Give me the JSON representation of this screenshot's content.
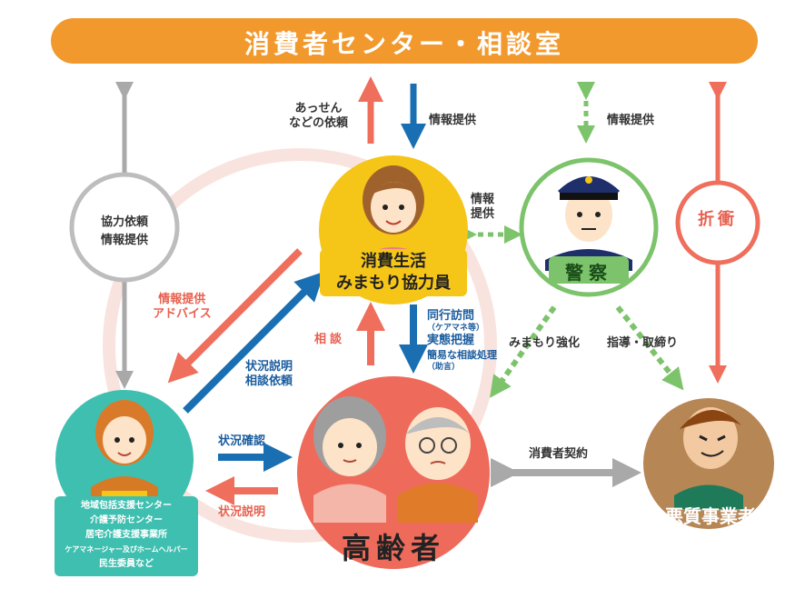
{
  "title": "消費者センター・相談室",
  "nodes": {
    "volunteer": {
      "line1": "消費生活",
      "line2": "みまもり協力員"
    },
    "police": {
      "label": "警察"
    },
    "elderly": {
      "label": "高齢者"
    },
    "vendor": {
      "label": "悪質事業者"
    },
    "support": {
      "lines": [
        "地域包括支援センター",
        "介護予防センター",
        "居宅介護支援事業所",
        "ケアマネージャー及びホームヘルパー",
        "民生委員など"
      ]
    }
  },
  "labels": {
    "mediation_request": [
      "あっせん",
      "などの依頼"
    ],
    "info_center_volunteer": "情報提供",
    "info_center_police": "情報提供",
    "info_police_volunteer": [
      "情報",
      "提供"
    ],
    "cooperation": [
      "協力依頼",
      "情報提供"
    ],
    "negotiation": "折衝",
    "info_advice": [
      "情報提供",
      "アドバイス"
    ],
    "situation_report": [
      "状況説明",
      "相談依頼"
    ],
    "consultation": "相談",
    "visit": [
      "同行訪問",
      "（ケアマネ等）",
      "実態把握",
      "簡易な相談処理",
      "（助言）"
    ],
    "watch_strengthen": "みまもり強化",
    "guidance_enforcement": "指導・取締り",
    "situation_confirm": "状況確認",
    "situation_explain": "状況説明",
    "consumer_contract": "消費者契約"
  },
  "colors": {
    "banner": "#f2992e",
    "volunteer": "#f5c518",
    "police": "#7cc36b",
    "elderly": "#ee6b5b",
    "vendor": "#b78655",
    "support": "#3fbfb0",
    "gray_arrow": "#a9a9a9",
    "blue_arrow": "#1a6fb2",
    "red_arrow": "#ef6e5c",
    "green_arrow": "#7cc36b"
  }
}
